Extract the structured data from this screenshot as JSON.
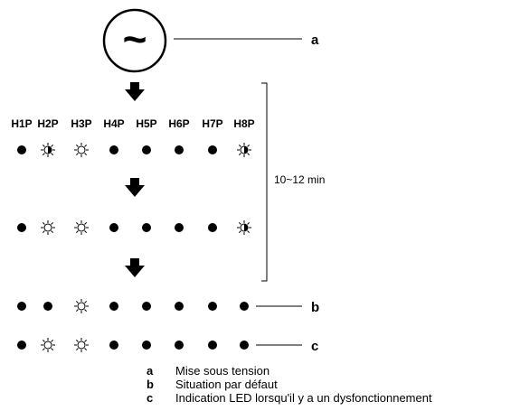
{
  "power_symbol": "~",
  "led_labels": [
    "H1P",
    "H2P",
    "H3P",
    "H4P",
    "H5P",
    "H6P",
    "H7P",
    "H8P"
  ],
  "led_states": {
    "step1": [
      "on",
      "blink",
      "off",
      "on",
      "on",
      "on",
      "on",
      "blink"
    ],
    "step2": [
      "on",
      "off",
      "off",
      "on",
      "on",
      "on",
      "on",
      "blink"
    ],
    "b": [
      "on",
      "on",
      "off",
      "on",
      "on",
      "on",
      "on",
      "on"
    ],
    "c": [
      "on",
      "off",
      "off",
      "on",
      "on",
      "on",
      "on",
      "on"
    ]
  },
  "callouts": {
    "a": "a",
    "b": "b",
    "c": "c"
  },
  "duration": "10~12 min",
  "legend": [
    {
      "key": "a",
      "text": "Mise sous tension"
    },
    {
      "key": "b",
      "text": "Situation par défaut"
    },
    {
      "key": "c",
      "text": "Indication LED lorsqu'il y a un dysfonctionnement"
    }
  ]
}
